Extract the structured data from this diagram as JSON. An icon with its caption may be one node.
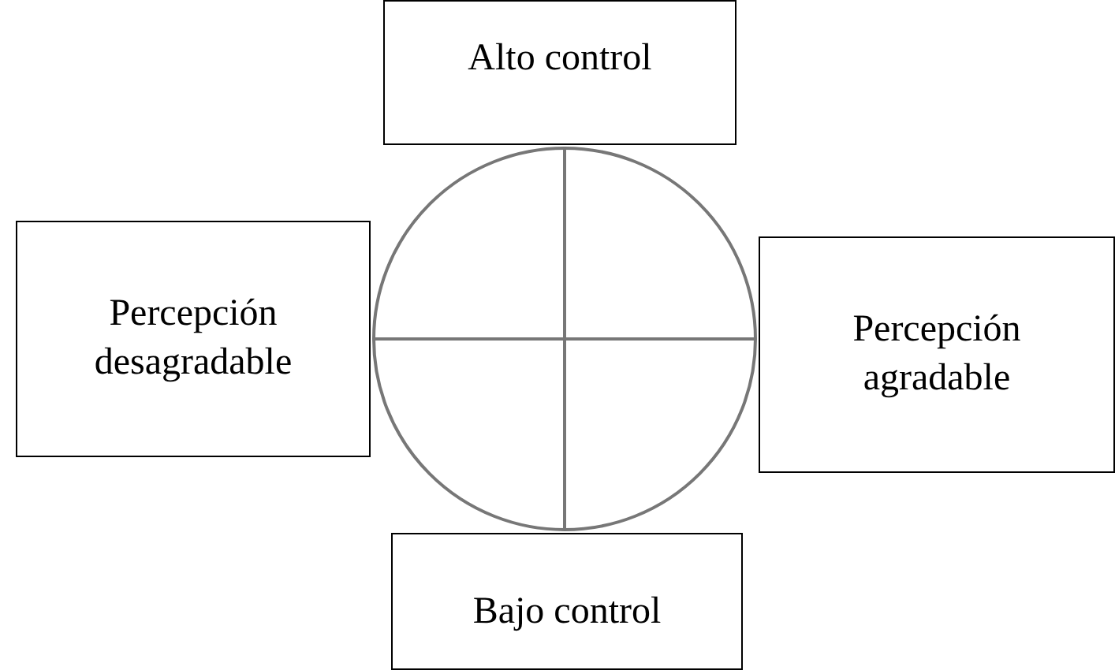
{
  "diagram": {
    "nodes": [
      {
        "text": [
          "Alto control"
        ]
      },
      {
        "text": [
          "Percepción desagradable"
        ]
      },
      {
        "text": [],
        "shape": "circle"
      },
      {
        "text": [
          "Percepción agradable"
        ]
      },
      {
        "text": [
          "Bajo control"
        ]
      }
    ]
  }
}
